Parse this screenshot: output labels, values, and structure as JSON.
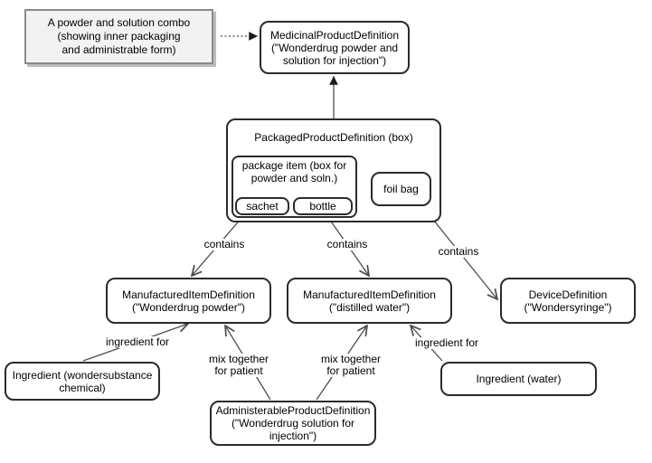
{
  "note": {
    "lines": [
      "A powder and solution combo",
      "(showing inner packaging",
      "and administrable form)"
    ]
  },
  "nodes": {
    "medicinal": {
      "lines": [
        "MedicinalProductDefinition",
        "(\"Wonderdrug powder and",
        "solution for injection\")"
      ]
    },
    "packaged": {
      "title": "PackagedProductDefinition (box)"
    },
    "package_item": {
      "lines": [
        "package item (box for",
        "powder and soln.)"
      ]
    },
    "sachet": {
      "label": "sachet"
    },
    "bottle": {
      "label": "bottle"
    },
    "foil_bag": {
      "label": "foil bag"
    },
    "manufactured_powder": {
      "lines": [
        "ManufacturedItemDefinition",
        "(\"Wonderdrug powder\")"
      ]
    },
    "manufactured_water": {
      "lines": [
        "ManufacturedItemDefinition",
        "(\"distilled water\")"
      ]
    },
    "device": {
      "lines": [
        "DeviceDefinition",
        "(\"Wondersyringe\")"
      ]
    },
    "ingredient_chemical": {
      "lines": [
        "Ingredient (wondersubstance",
        "chemical)"
      ]
    },
    "administerable": {
      "lines": [
        "AdministerableProductDefinition",
        "(\"Wonderdrug solution for",
        "injection\")"
      ]
    },
    "ingredient_water": {
      "label": "Ingredient (water)"
    }
  },
  "edge_labels": {
    "contains_1": "contains",
    "contains_2": "contains",
    "contains_3": "contains",
    "ingredient_for_left": "ingredient for",
    "ingredient_for_right": "ingredient for",
    "mix_left": [
      "mix together",
      "for patient"
    ],
    "mix_right": [
      "mix together",
      "for patient"
    ]
  },
  "colors": {
    "background": "#ffffff",
    "box_border": "#2b2b2b",
    "edge": "#4d4d4d",
    "note_fill": "#f2f2f2",
    "note_border": "#8a8a8a",
    "note_shadow": "#bdbdbd"
  }
}
